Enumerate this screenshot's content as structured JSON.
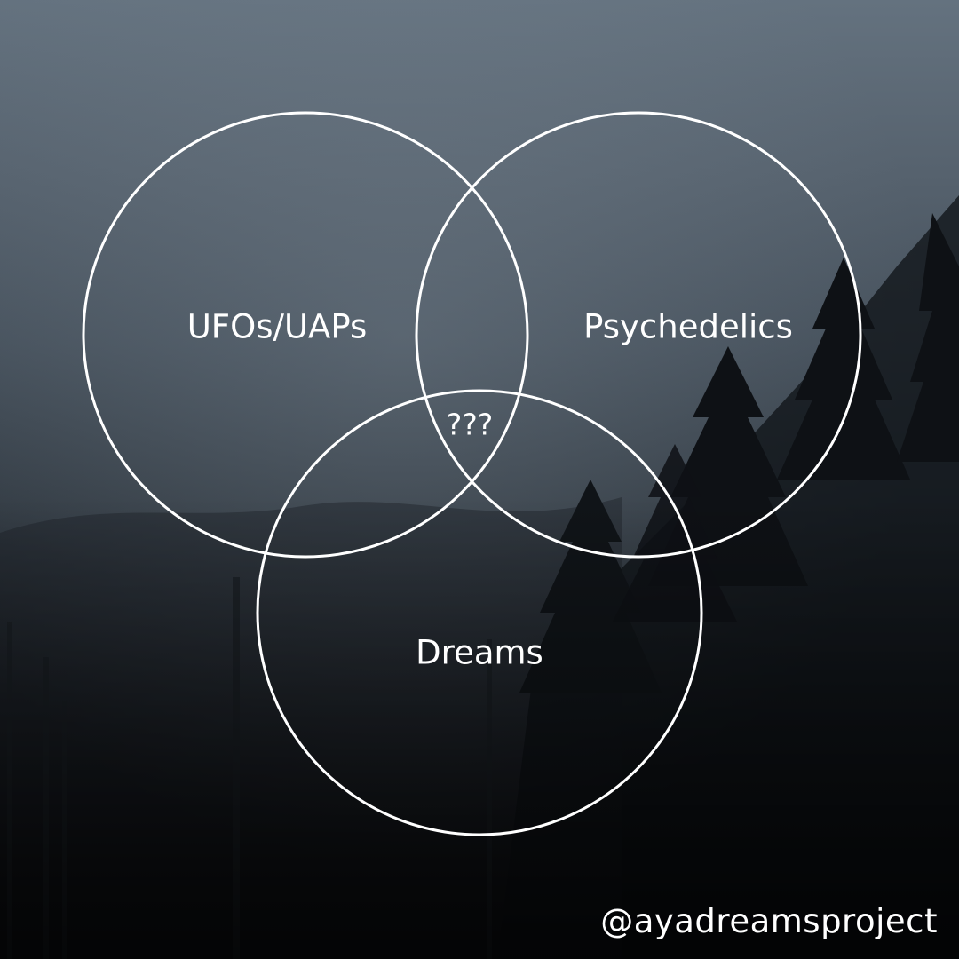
{
  "diagram": {
    "type": "venn",
    "sets": [
      {
        "id": "ufos",
        "label": "UFOs/UAPs"
      },
      {
        "id": "psychedelics",
        "label": "Psychedelics"
      },
      {
        "id": "dreams",
        "label": "Dreams"
      }
    ],
    "center_label": "???"
  },
  "footer": {
    "handle": "@ayadreamsproject"
  },
  "colors": {
    "outline": "#ffffff",
    "text": "#ffffff",
    "sky": "#64727f",
    "forest": "#0b0d10"
  }
}
